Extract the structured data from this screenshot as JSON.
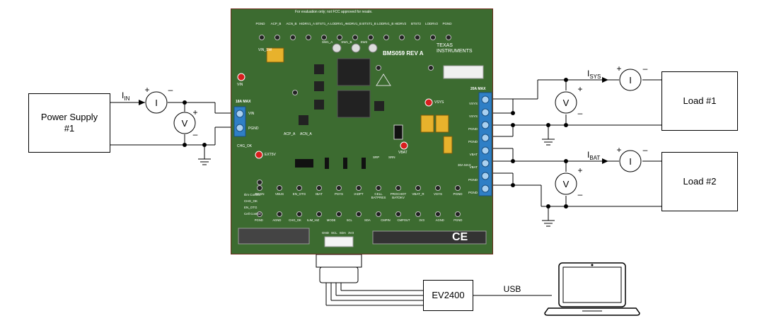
{
  "blocks": {
    "power_supply": "Power Supply\n#1",
    "load1": "Load #1",
    "load2": "Load #2",
    "ev2400": "EV2400",
    "usb": "USB"
  },
  "meters": {
    "ammeter": "I",
    "voltmeter": "V",
    "plus": "+",
    "minus": "–"
  },
  "currents": {
    "in_main": "I",
    "in_sub": "IN",
    "sys_main": "I",
    "sys_sub": "SYS",
    "bat_main": "I",
    "bat_sub": "BAT"
  },
  "board": {
    "disclaimer": "For evaluation only; not FCC approved for resale.",
    "name": "BMS059 REV A",
    "brand_line1": "TEXAS",
    "brand_line2": "INSTRUMENTS",
    "top_tps": [
      "PGND",
      "ACP_B",
      "ACN_B",
      "HIDRV1_A",
      "BTST1_A",
      "LODRV1_A",
      "HIDRV1_B",
      "BTST1_B",
      "LODRV1_B",
      "HIDRV2",
      "BTST2",
      "LODRV2",
      "PGND"
    ],
    "vin_conn": [
      "VIN",
      "PGND"
    ],
    "vin_label": "VIN",
    "vin_max": "18A MAX",
    "vin_sw": "VIN_SW",
    "sys_max": "20A MAX",
    "out_terms": [
      "VSYS",
      "VSYS",
      "PGND",
      "PGND",
      "VBAT",
      "VBAT",
      "PGND",
      "PGND"
    ],
    "acp_a": "ACP_A",
    "acn_a": "ACN_A",
    "chg_ok": "CHG_OK",
    "ext5v": "EXT5V",
    "vbat_lbl": "VBAT",
    "vsys_lbl": "VSYS",
    "bat_max": "30A MAX",
    "srp": "SRP",
    "srn": "SRN",
    "mid_tps": [
      "REGN",
      "VBUS",
      "EN_OTG",
      "IBAT",
      "PSYS",
      "IADPT",
      "CELL BATPRES",
      "PROCHOT BATOKV",
      "VBAT_R",
      "VSYS",
      "PGND"
    ],
    "bot_tps": [
      "PGND",
      "AGND",
      "CHG_OK",
      "ILIM_HIZ",
      "MODE",
      "SCL",
      "SDA",
      "CMPIN",
      "CMPOUT",
      "3V3",
      "AGND",
      "PGND"
    ],
    "left_hdr": [
      "Ilim Control",
      "CHG_OK",
      "EN_OTG",
      "Cell Control"
    ],
    "i2c": [
      "GND",
      "SCL",
      "SDA",
      "3V3"
    ],
    "sw": [
      "SW1_A",
      "SW1_B",
      "SW2"
    ],
    "ce": "CE"
  }
}
